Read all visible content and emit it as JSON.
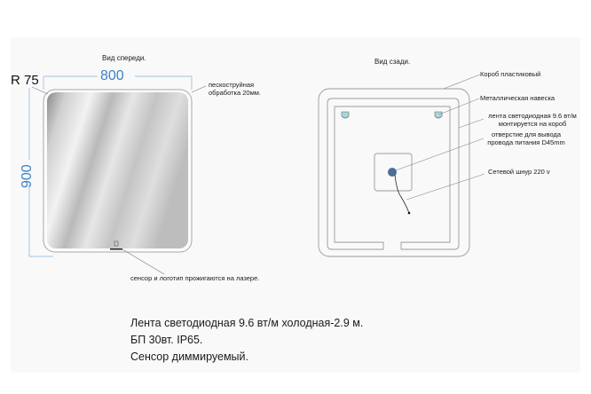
{
  "front_view": {
    "title": "Вид спереди.",
    "width_dim": "800",
    "height_dim": "900",
    "radius_label": "R 75",
    "callouts": {
      "sandblast": [
        "пескоструйная",
        "обработка 20мм."
      ],
      "sensor": "сенсор и логотип прожигаются на лазере."
    }
  },
  "back_view": {
    "title": "Вид сзади.",
    "callouts": {
      "box": "Короб пластиковый",
      "hanger": "Металлическая навеска",
      "led_strip": [
        "лента светодиодная 9.6 вт/м",
        "монтируется на короб"
      ],
      "hole": [
        "отверстие для вывода",
        "провода питания D45mm"
      ],
      "cord": "Сетевой шнур 220 v"
    }
  },
  "specs": [
    "Лента светодиодная 9.6 вт/м холодная-2.9 м.",
    "БП 30вт. IP65.",
    "Сенсор диммируемый."
  ],
  "colors": {
    "dimension": "#3b82c8",
    "panel": "#f9f9f9",
    "outline": "#9a9a9a",
    "hanger": "#a9d6d8",
    "hole": "#4a6f96"
  }
}
